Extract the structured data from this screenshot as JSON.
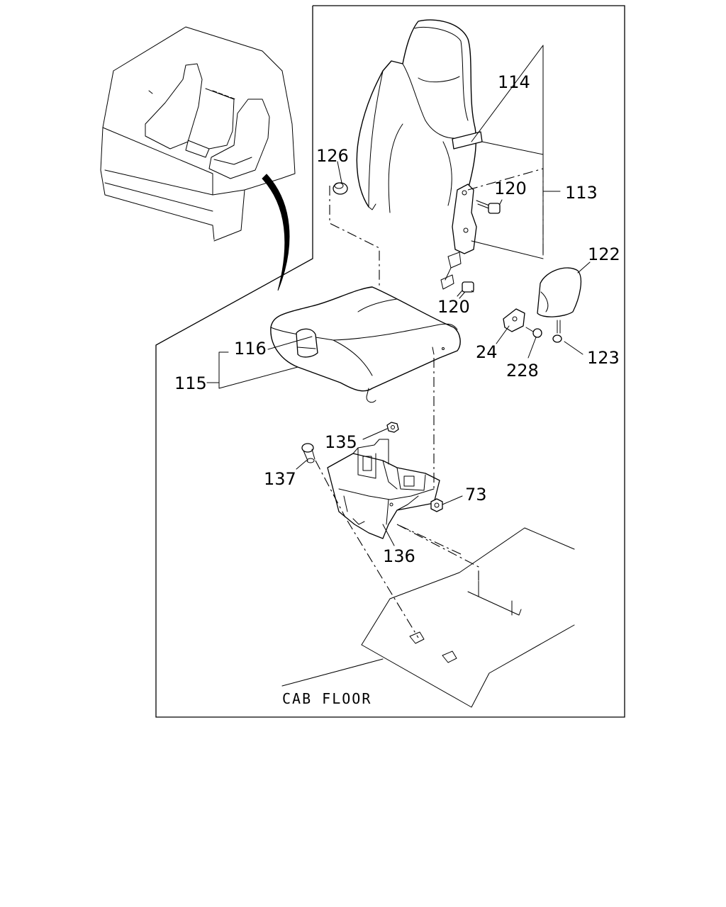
{
  "callouts": {
    "c114": "114",
    "c126": "126",
    "c120a": "120",
    "c113": "113",
    "c120b": "120",
    "c122": "122",
    "c116": "116",
    "c115": "115",
    "c24": "24",
    "c228": "228",
    "c123": "123",
    "c135": "135",
    "c137": "137",
    "c73": "73",
    "c136": "136"
  },
  "floor_label": "CAB FLOOR"
}
